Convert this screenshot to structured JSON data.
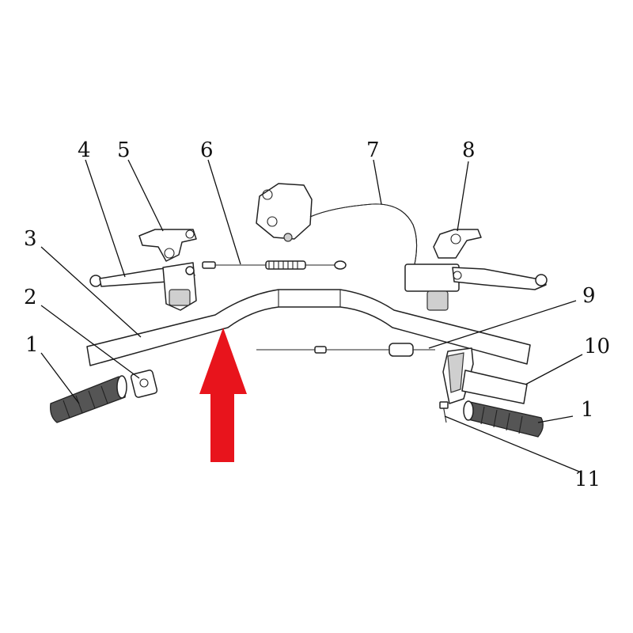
{
  "callouts": [
    {
      "id": "grip-left",
      "label": "1"
    },
    {
      "id": "switch-left",
      "label": "2"
    },
    {
      "id": "handlebar",
      "label": "3"
    },
    {
      "id": "clutch-lever",
      "label": "4"
    },
    {
      "id": "clutch-bracket-cover",
      "label": "5"
    },
    {
      "id": "clutch-cable",
      "label": "6"
    },
    {
      "id": "brake-hose-caliper",
      "label": "7"
    },
    {
      "id": "master-cylinder-cover",
      "label": "8"
    },
    {
      "id": "throttle-cable",
      "label": "9"
    },
    {
      "id": "throttle-tube",
      "label": "10"
    },
    {
      "id": "grip-right",
      "label": "1"
    },
    {
      "id": "throttle-housing-screw",
      "label": "11"
    }
  ],
  "arrow": {
    "color": "#e8141c",
    "direction": "up"
  },
  "colors": {
    "line": "#222222",
    "grip": "#555555",
    "fill": "#ffffff"
  }
}
